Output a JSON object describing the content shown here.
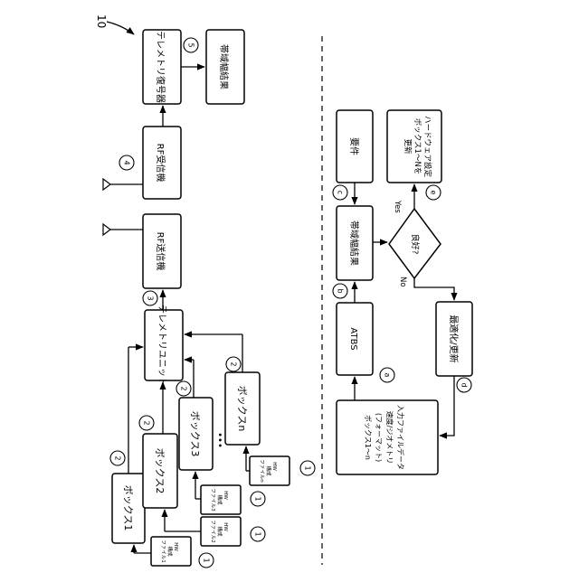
{
  "figure": {
    "ref_number": "10",
    "left_panel": {
      "boxes": {
        "box1": "ボックス1",
        "box2": "ボックス2",
        "box3": "ボックス3",
        "boxn": "ボックスn",
        "ellipsis": "•••",
        "telemetry_unit": "テレメトリユニット",
        "rf_transmitter": "RF送信機",
        "rf_receiver": "RF受信機",
        "telemetry_decoder": "テレメトリ復号器",
        "bandwidth_result": "帯域幅結果"
      },
      "hw_files": [
        [
          "HW",
          "構成",
          "ファイル1"
        ],
        [
          "HW",
          "構成",
          "ファイル2"
        ],
        [
          "HW",
          "構成",
          "ファイル3"
        ],
        [
          "HW",
          "構成",
          "ファイルn"
        ]
      ],
      "markers": {
        "one": "1",
        "two": "2",
        "three": "3",
        "four": "4",
        "five": "5"
      }
    },
    "right_panel": {
      "boxes": {
        "requirements": "要件",
        "bandwidth_result": "帯域幅結果",
        "hw_update": [
          "ハードウェア設定",
          "ボックス1〜Nを",
          "更新"
        ],
        "decision": "良好?",
        "yes_label": "Yes",
        "no_label": "No",
        "atbs": "ATBS",
        "optimize": "最適化/更新",
        "input_file": [
          "入力ファイルデータ",
          "速度/ジオメトリ",
          "(フォーマット)",
          "ボックス1〜n"
        ]
      },
      "markers": {
        "a": "a",
        "b": "b",
        "c": "c",
        "d": "d",
        "e": "e"
      }
    }
  }
}
